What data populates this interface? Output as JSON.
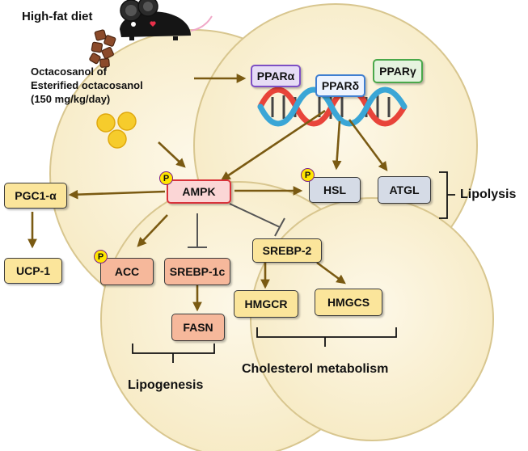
{
  "diet_label": "High-fat diet",
  "treatment_label": "Octacosanol of\nEsterified octacosanol\n(150 mg/kg/day)",
  "receptors": [
    "PPARα",
    "PPARδ",
    "PPARγ"
  ],
  "nodes": {
    "ampk": "AMPK",
    "pgc1a": "PGC1-α",
    "ucp1": "UCP-1",
    "hsl": "HSL",
    "atgl": "ATGL",
    "srebp2": "SREBP-2",
    "acc": "ACC",
    "srebp1c": "SREBP-1c",
    "fasn": "FASN",
    "hmgcr": "HMGCR",
    "hmgcs": "HMGCS"
  },
  "phospho_symbol": "P",
  "groups": {
    "lipolysis": "Lipolysis",
    "lipogenesis": "Lipogenesis",
    "cholesterol": "Cholesterol metabolism"
  },
  "colors": {
    "arrow": "#7a5a12",
    "ampk_fill": "#fbd6d6",
    "ampk_border": "#d9323a",
    "ppara_border": "#7d4fc4",
    "ppard_border": "#3f7fd1",
    "pparg_border": "#4aa84a",
    "cell_fill": "#fbf3da",
    "cell_border": "#d8c68f"
  },
  "icons": [
    "mouse-icon",
    "food-pellets-icon",
    "oil-droplets-icon",
    "dna-helix-icon",
    "phosphate-badge-icon"
  ]
}
